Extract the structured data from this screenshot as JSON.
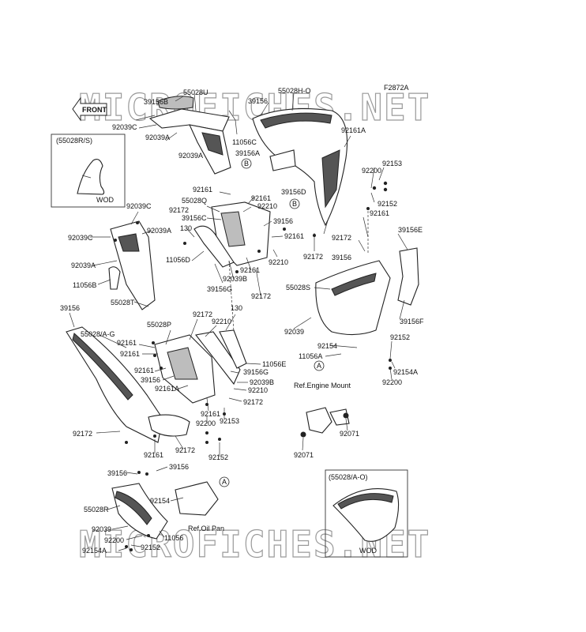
{
  "figure_code": "F2872A",
  "watermark": "MICROFICHES.NET",
  "front_label": "FRONT",
  "inset_left": {
    "label": "(55028R/S)",
    "caption": "WOD"
  },
  "inset_bottom": {
    "label": "(55028/A-O)",
    "caption": "WOD"
  },
  "ref_engine_mount": "Ref.Engine Mount",
  "ref_oil_pan": "Ref.Oil Pan",
  "callout_a": "A",
  "callout_b": "B",
  "labels": [
    "39156B",
    "55028U",
    "92039C",
    "92039A",
    "92039A",
    "11056C",
    "55028H-O",
    "39156",
    "39156A",
    "92161A",
    "92161",
    "55028Q",
    "92172",
    "39156C",
    "92161",
    "92210",
    "39156",
    "92161",
    "39156D",
    "92200",
    "92153",
    "92152",
    "92161",
    "92172",
    "92039C",
    "92039A",
    "92039C",
    "92039A",
    "11056B",
    "55028T",
    "130",
    "11056D",
    "92161",
    "92039B",
    "39156G",
    "92210",
    "92172",
    "92172",
    "39156",
    "39156E",
    "55028S",
    "39156F",
    "92039",
    "92154",
    "11056A",
    "92152",
    "92154A",
    "92200",
    "92071",
    "92071",
    "39156",
    "55028/A-G",
    "55028P",
    "92172",
    "92210",
    "130",
    "92161",
    "92161",
    "92161",
    "39156",
    "92161A",
    "39156G",
    "11056E",
    "92039B",
    "92210",
    "92172",
    "92161",
    "92153",
    "92200",
    "92172",
    "92161",
    "92152",
    "39156",
    "39156",
    "55028R",
    "92154",
    "92039",
    "11056",
    "92200",
    "92152",
    "92154A"
  ]
}
